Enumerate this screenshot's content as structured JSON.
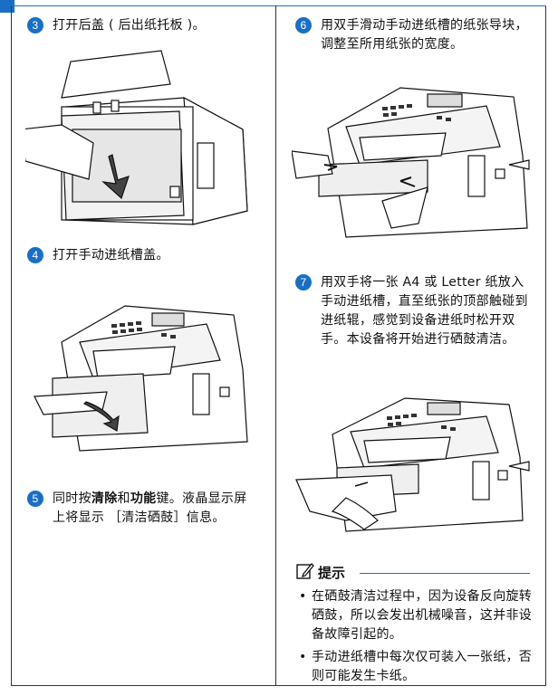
{
  "steps": {
    "s3": {
      "num": "3",
      "text": "打开后盖 ( 后出纸托板 )。"
    },
    "s4": {
      "num": "4",
      "text": "打开手动进纸槽盖。"
    },
    "s5": {
      "num": "5",
      "pre": "同时按",
      "b1": "清除",
      "mid": "和",
      "b2": "功能",
      "post": "键。液晶显示屏上将显示 ",
      "lcd": "［清洁硒鼓］",
      "end": "信息。"
    },
    "s6": {
      "num": "6",
      "text": "用双手滑动手动进纸槽的纸张导块，调整至所用纸张的宽度。"
    },
    "s7": {
      "num": "7",
      "text": "用双手将一张 A4 或 Letter 纸放入手动进纸槽，直至纸张的顶部触碰到进纸辊，感觉到设备进纸时松开双手。本设备将开始进行硒鼓清洁。"
    }
  },
  "note": {
    "title": "提示",
    "bullets": [
      "在硒鼓清洁过程中，因为设备反向旋转硒鼓，所以会发出机械噪音，这并非设备故障引起的。",
      "手动进纸槽中每次仅可装入一张纸，否则可能发生卡纸。"
    ]
  },
  "colors": {
    "accent": "#1a6fc4"
  },
  "icons": {
    "note": "pencil-note-icon"
  }
}
